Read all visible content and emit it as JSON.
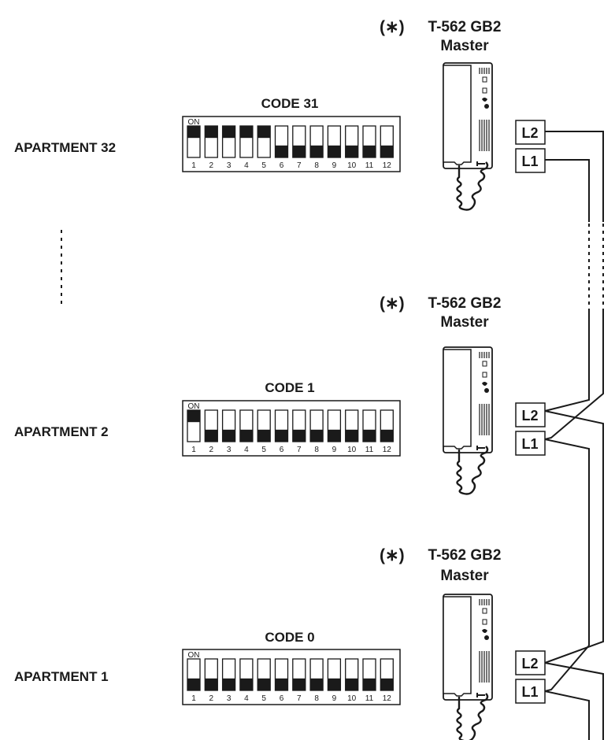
{
  "units": [
    {
      "apartment_label": "APARTMENT 32",
      "code_label": "CODE 31",
      "on_label": "ON",
      "switch_numbers": [
        "1",
        "2",
        "3",
        "4",
        "5",
        "6",
        "7",
        "8",
        "9",
        "10",
        "11",
        "12"
      ],
      "switch_states": [
        true,
        true,
        true,
        true,
        true,
        false,
        false,
        false,
        false,
        false,
        false,
        false
      ],
      "asterisk": "(∗)",
      "model": "T-562 GB2",
      "role": "Master",
      "terminal_l2": "L2",
      "terminal_l1": "L1"
    },
    {
      "apartment_label": "APARTMENT 2",
      "code_label": "CODE 1",
      "on_label": "ON",
      "switch_numbers": [
        "1",
        "2",
        "3",
        "4",
        "5",
        "6",
        "7",
        "8",
        "9",
        "10",
        "11",
        "12"
      ],
      "switch_states": [
        true,
        false,
        false,
        false,
        false,
        false,
        false,
        false,
        false,
        false,
        false,
        false
      ],
      "asterisk": "(∗)",
      "model": "T-562 GB2",
      "role": "Master",
      "terminal_l2": "L2",
      "terminal_l1": "L1"
    },
    {
      "apartment_label": "APARTMENT 1",
      "code_label": "CODE 0",
      "on_label": "ON",
      "switch_numbers": [
        "1",
        "2",
        "3",
        "4",
        "5",
        "6",
        "7",
        "8",
        "9",
        "10",
        "11",
        "12"
      ],
      "switch_states": [
        false,
        false,
        false,
        false,
        false,
        false,
        false,
        false,
        false,
        false,
        false,
        false
      ],
      "asterisk": "(∗)",
      "model": "T-562 GB2",
      "role": "Master",
      "terminal_l2": "L2",
      "terminal_l1": "L1"
    }
  ]
}
